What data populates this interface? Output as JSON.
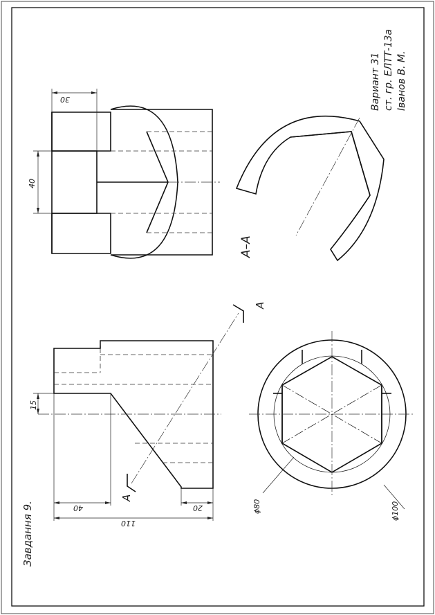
{
  "title_block": {
    "task": "Завдання 9.",
    "variant": "Вариант 31",
    "group": "ст. гр. ЕЛТТ-13а",
    "student": "Іванов В. М."
  },
  "section_marks": {
    "cut_label_a1": "А",
    "cut_label_a2": "А",
    "section_title": "А–А"
  },
  "dimensions": {
    "d30": "30",
    "d40_top": "40",
    "d15": "15",
    "d40_bottom": "40",
    "d110": "110",
    "d20": "20",
    "phi80": "ϕ80",
    "phi100": "ϕ100"
  }
}
